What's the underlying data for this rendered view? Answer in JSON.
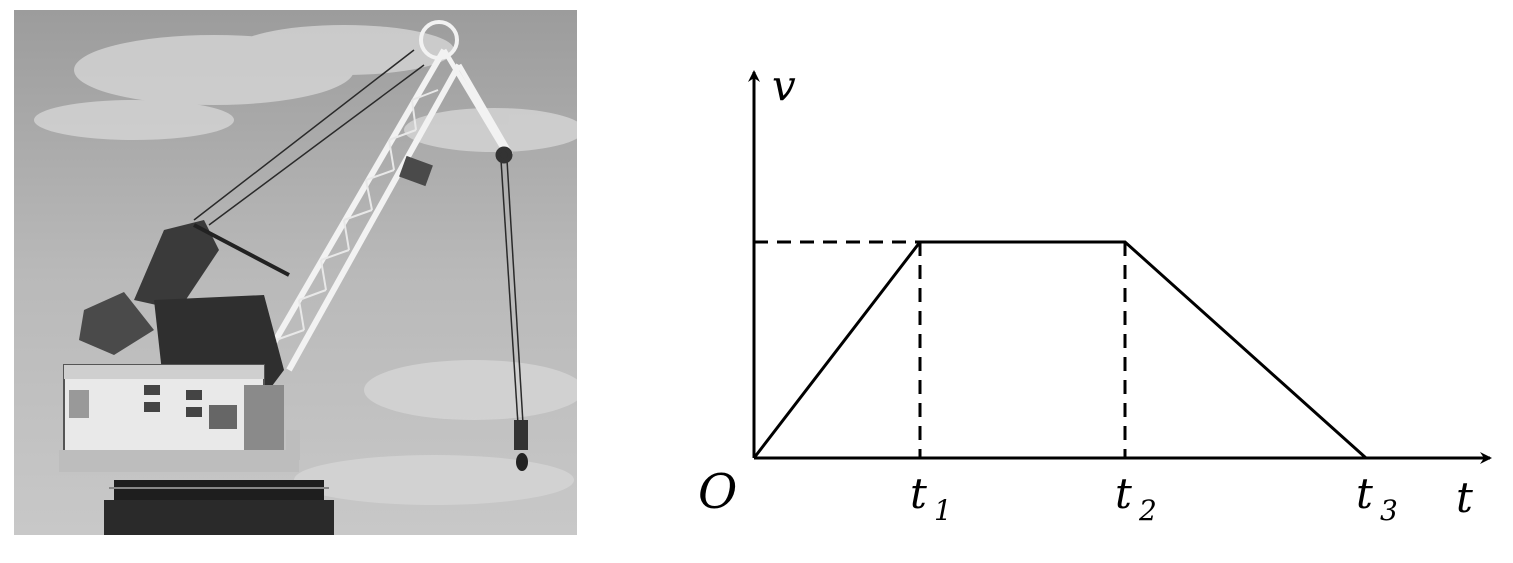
{
  "photo": {
    "subject": "crane-photo"
  },
  "graph": {
    "origin_label": "O",
    "y_axis_label": "v",
    "x_axis_label": "t",
    "ticks": [
      {
        "main": "t",
        "sub": "1"
      },
      {
        "main": "t",
        "sub": "2"
      },
      {
        "main": "t",
        "sub": "3"
      }
    ],
    "colors": {
      "line": "#000000",
      "background": "#ffffff"
    }
  },
  "chart_data": {
    "type": "line",
    "title": "",
    "xlabel": "t",
    "ylabel": "v",
    "x_categories": [
      "0",
      "t1",
      "t2",
      "t3"
    ],
    "series": [
      {
        "points": [
          [
            0,
            0
          ],
          [
            1,
            1
          ],
          [
            2,
            1
          ],
          [
            3,
            0
          ]
        ]
      }
    ],
    "dashed_guides": [
      "horizontal at v_max from v-axis to t1",
      "vertical at t1",
      "vertical at t2"
    ],
    "grid": false
  }
}
